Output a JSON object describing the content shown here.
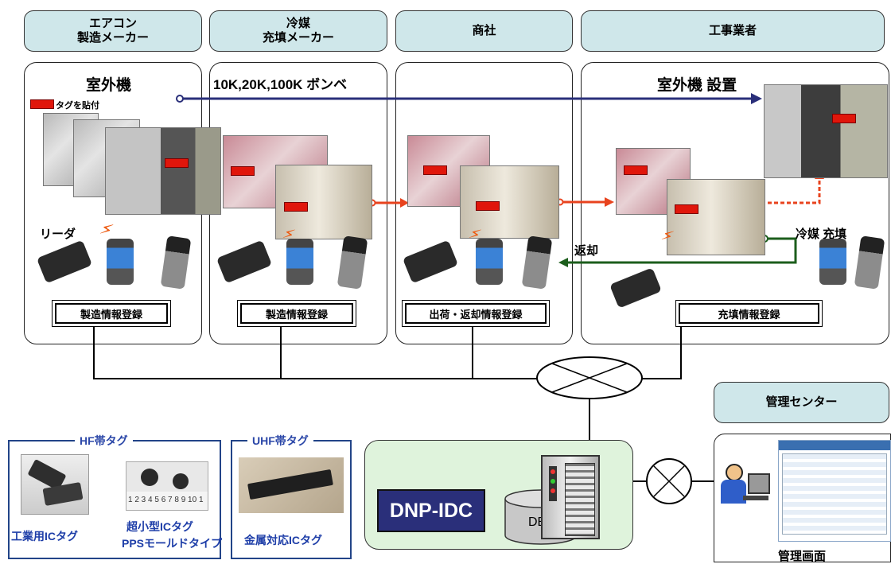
{
  "headers": {
    "aircon": "エアコン\n製造メーカー",
    "refrigerant": "冷媒\n充填メーカー",
    "trading": "商社",
    "contractor": "工事業者",
    "center": "管理センター"
  },
  "panels": {
    "aircon_title": "室外機",
    "refrigerant_title": "10K,20K,100K ボンベ",
    "contractor_title": "室外機  設置"
  },
  "labels": {
    "tag_attach": "タグを貼付",
    "reader": "リーダ",
    "return": "返却",
    "refill": "冷媒  充填"
  },
  "registrations": {
    "aircon": "製造情報登録",
    "refrigerant": "製造情報登録",
    "trading": "出荷・返却情報登録",
    "contractor": "充填情報登録"
  },
  "hf": {
    "title": "HF帯タグ",
    "tag1": "工業用ICタグ",
    "tag2_line1": "超小型ICタグ",
    "tag2_line2": "PPSモールドタイプ",
    "ruler": "1 2 3 4 5 6 7 8 9 10 1"
  },
  "uhf": {
    "title": "UHF帯タグ",
    "tag": "金属対応ICタグ"
  },
  "datacenter": {
    "name": "DNP-IDC",
    "db": "DB"
  },
  "center": {
    "screen_label": "管理画面"
  },
  "colors": {
    "flow_arrow": "#2a2f7a",
    "shipment_arrow": "#e8431e",
    "return_arrow": "#1c5e1c",
    "header_fill": "#cfe7ea",
    "idc_fill": "#dff3dc",
    "idc_label_fill": "#2a2f7a"
  }
}
